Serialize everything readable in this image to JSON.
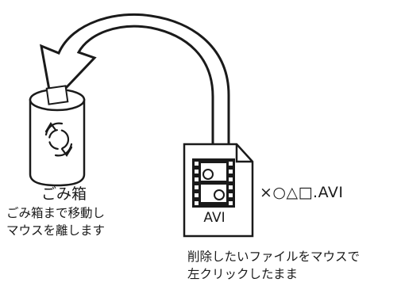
{
  "trash": {
    "title": "ごみ箱",
    "instruction_line1": "ごみ箱まで移動し",
    "instruction_line2": "マウスを離します",
    "icon": "recycle-icon"
  },
  "file": {
    "name": "×○△□.AVI",
    "format_label": "AVI",
    "instruction_line1": "削除したいファイルをマウスで",
    "instruction_line2": "左クリックしたまま",
    "icon": "film-strip-icon"
  },
  "arrow": {
    "icon": "curved-drag-arrow-icon"
  }
}
